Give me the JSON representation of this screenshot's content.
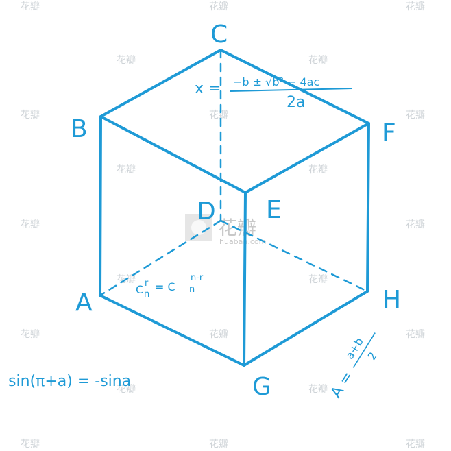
{
  "colors": {
    "ink": "#1e9ad6",
    "ink_light": "#52b1e2",
    "watermark": "#d0d4d8"
  },
  "vertices": {
    "A": "A",
    "B": "B",
    "C": "C",
    "D": "D",
    "E": "E",
    "F": "F",
    "G": "G",
    "H": "H"
  },
  "formulas": {
    "quadratic_lhs": "x =",
    "quadratic_num": "−b ± √b² − 4ac",
    "quadratic_den": "2a",
    "combination": "C",
    "combination_rhs": "= C",
    "comb_sup_left": "r",
    "comb_sub_left": "n",
    "comb_sup_right": "n-r",
    "comb_sub_right": "n",
    "sine_identity": "sin(π+a) = -sina",
    "average_lhs": "A =",
    "average_num": "a+b",
    "average_den": "2"
  },
  "watermark": {
    "brand": "花瓣",
    "site": "huaban.com"
  }
}
